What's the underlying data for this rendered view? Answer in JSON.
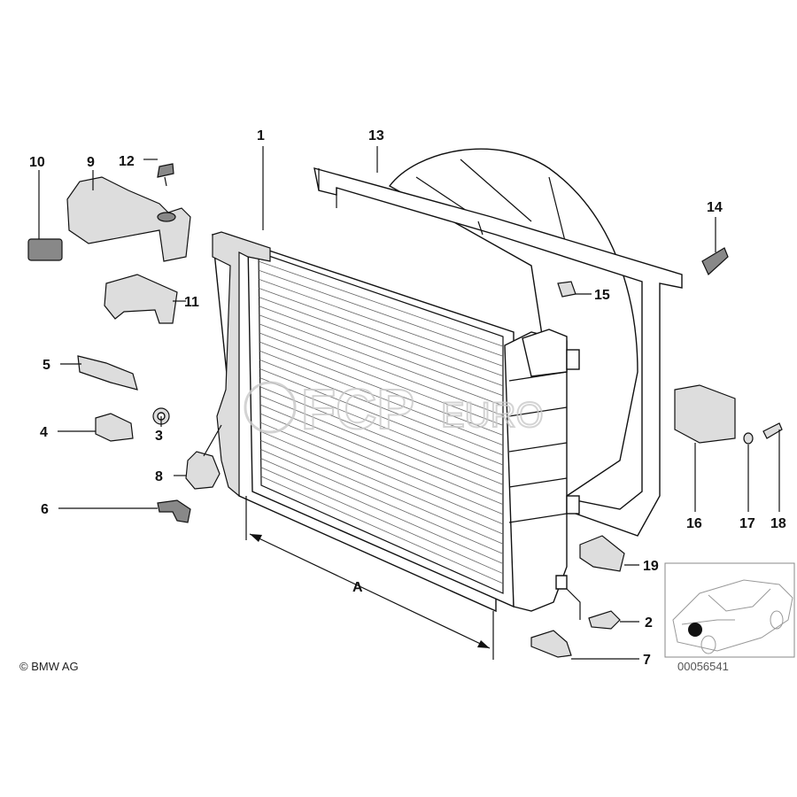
{
  "diagram": {
    "part_labels": [
      "1",
      "2",
      "3",
      "4",
      "5",
      "6",
      "7",
      "8",
      "9",
      "10",
      "11",
      "12",
      "13",
      "14",
      "15",
      "16",
      "17",
      "18",
      "19"
    ],
    "dimension_label": "A",
    "copyright": "© BMW AG",
    "diagram_code": "00056541",
    "watermark": {
      "brand_main": "FCP",
      "brand_suffix": "EURO"
    }
  }
}
